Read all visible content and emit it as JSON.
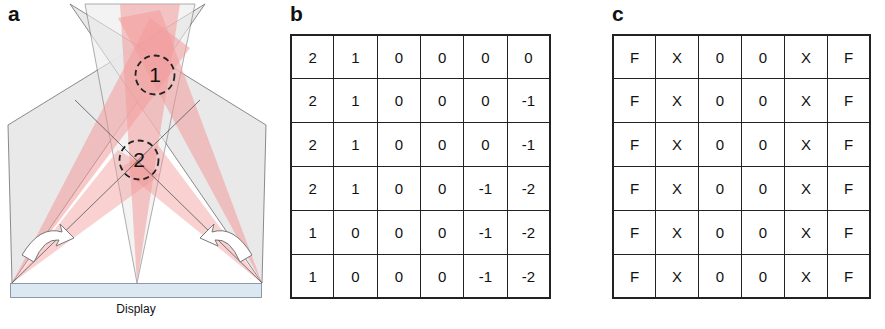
{
  "diagram": {
    "nodes": [
      {
        "text": [
          "1"
        ]
      },
      {
        "text": [
          "2"
        ]
      },
      {
        "text": [
          "Display"
        ]
      }
    ],
    "labels": [
      "a",
      "b",
      "c",
      "2",
      "1",
      "0",
      "0",
      "0",
      "0",
      "2",
      "1",
      "0",
      "0",
      "0",
      "-1",
      "2",
      "1",
      "0",
      "0",
      "0",
      "-1",
      "2",
      "1",
      "0",
      "0",
      "-1",
      "-2",
      "1",
      "0",
      "0",
      "0",
      "-1",
      "-2",
      "1",
      "0",
      "0",
      "0",
      "-1",
      "-2",
      "F",
      "X",
      "0",
      "0",
      "X",
      "F",
      "F",
      "X",
      "0",
      "0",
      "X",
      "F",
      "F",
      "X",
      "0",
      "0",
      "X",
      "F",
      "F",
      "X",
      "0",
      "0",
      "X",
      "F",
      "F",
      "X",
      "0",
      "0",
      "X",
      "F",
      "F",
      "X",
      "0",
      "0",
      "X",
      "F"
    ]
  }
}
